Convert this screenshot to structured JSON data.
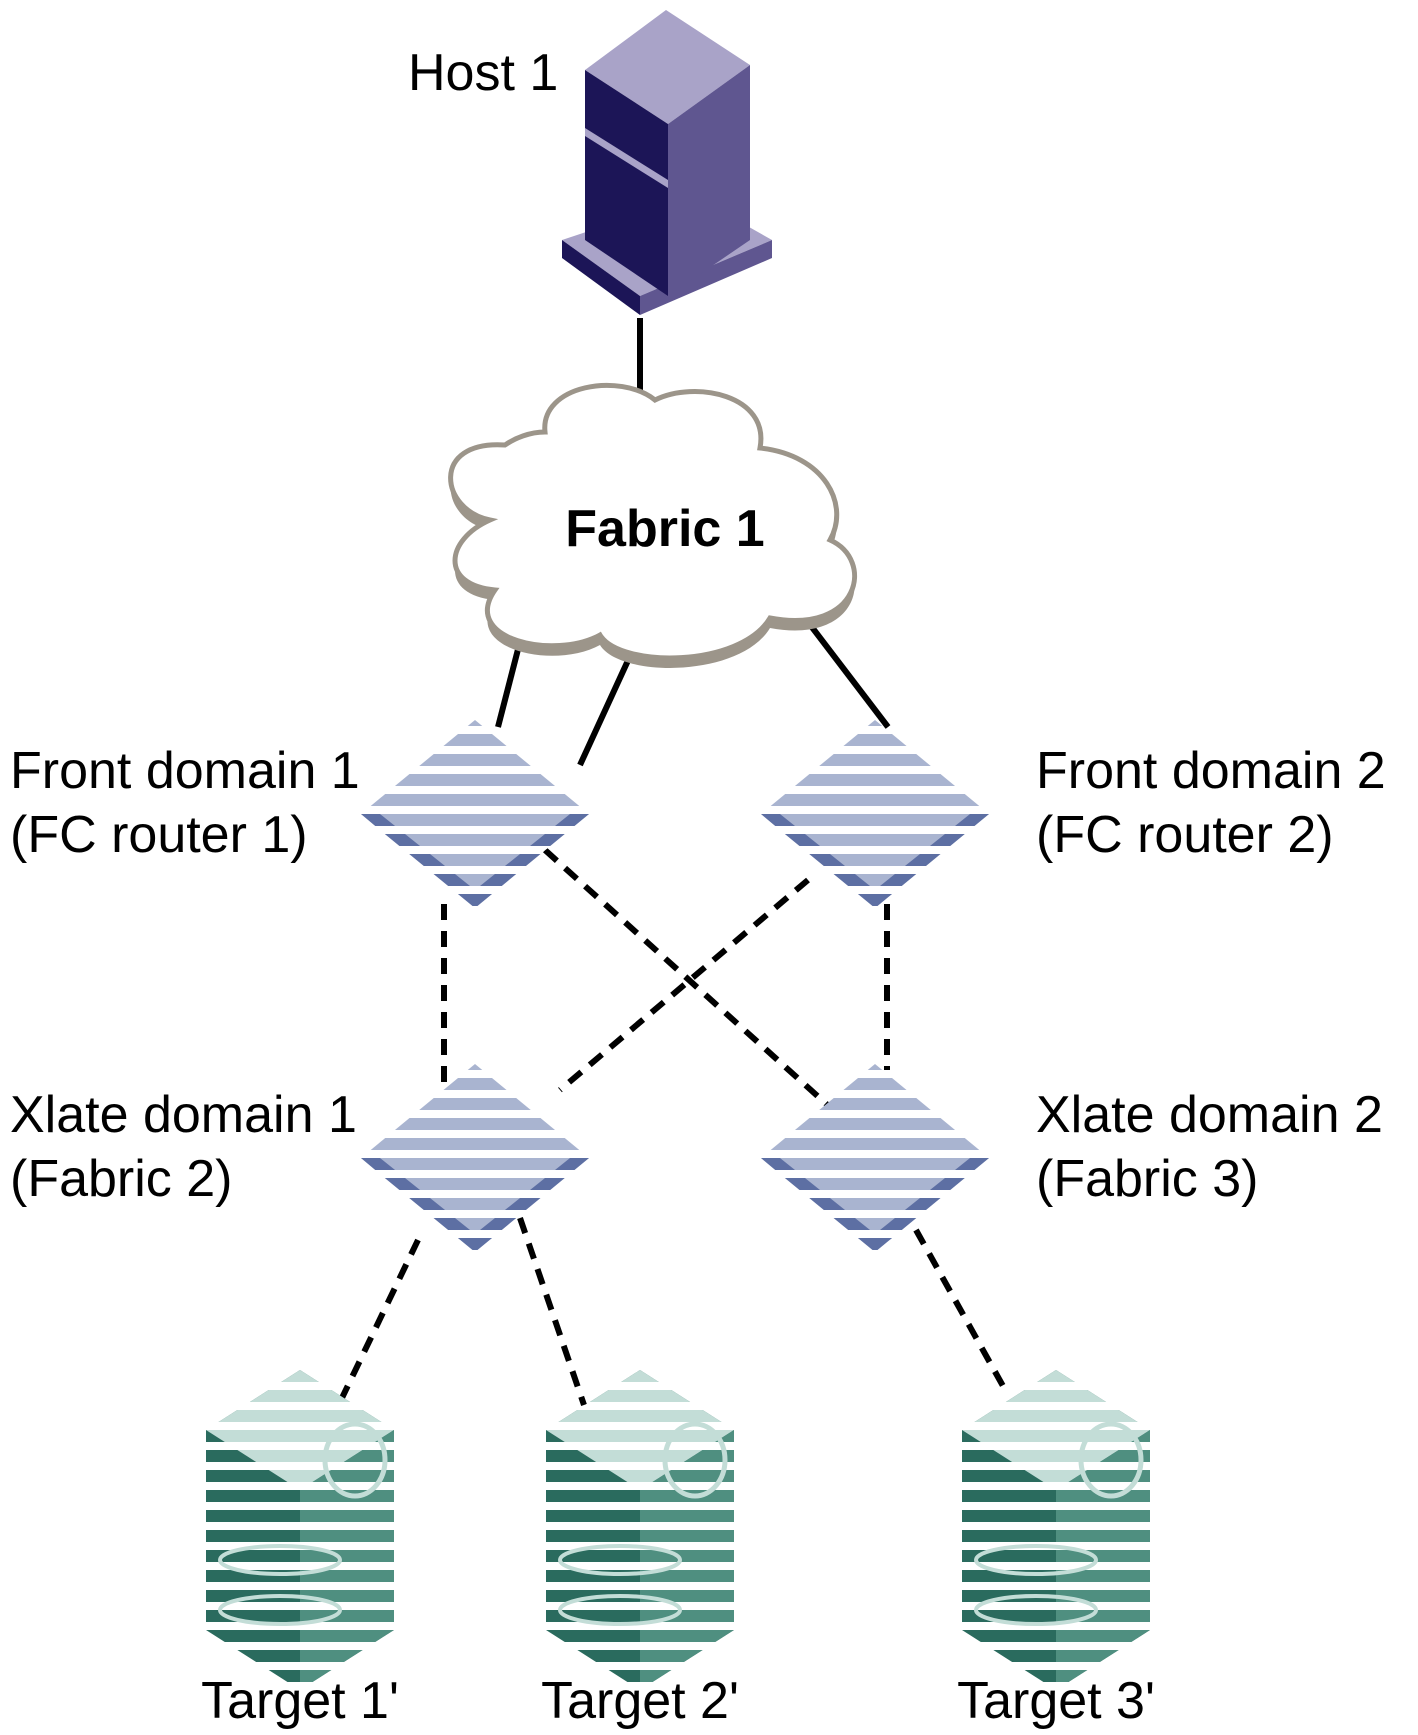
{
  "nodes": {
    "host": {
      "label": "Host 1"
    },
    "fabric1": {
      "label": "Fabric 1"
    },
    "front1": {
      "line1": "Front domain 1",
      "line2": "(FC router 1)"
    },
    "front2": {
      "line1": "Front domain 2",
      "line2": "(FC router 2)"
    },
    "xlate1": {
      "line1": "Xlate domain 1",
      "line2": "(Fabric 2)"
    },
    "xlate2": {
      "line1": "Xlate domain 2",
      "line2": "(Fabric 3)"
    },
    "target1": {
      "label": "Target 1'"
    },
    "target2": {
      "label": "Target 2'"
    },
    "target3": {
      "label": "Target 3'"
    }
  },
  "colors": {
    "host_light": "#a9a3c8",
    "host_mid": "#5f5690",
    "host_dark": "#1c1557",
    "cloud_fill": "#ffffff",
    "cloud_edge": "#9c958a",
    "router_stripe": "#a9b4d0",
    "router_dark": "#5d6fa3",
    "storage_light": "#c3ddd7",
    "storage_dark": "#2a6b5e",
    "line": "#000000"
  }
}
